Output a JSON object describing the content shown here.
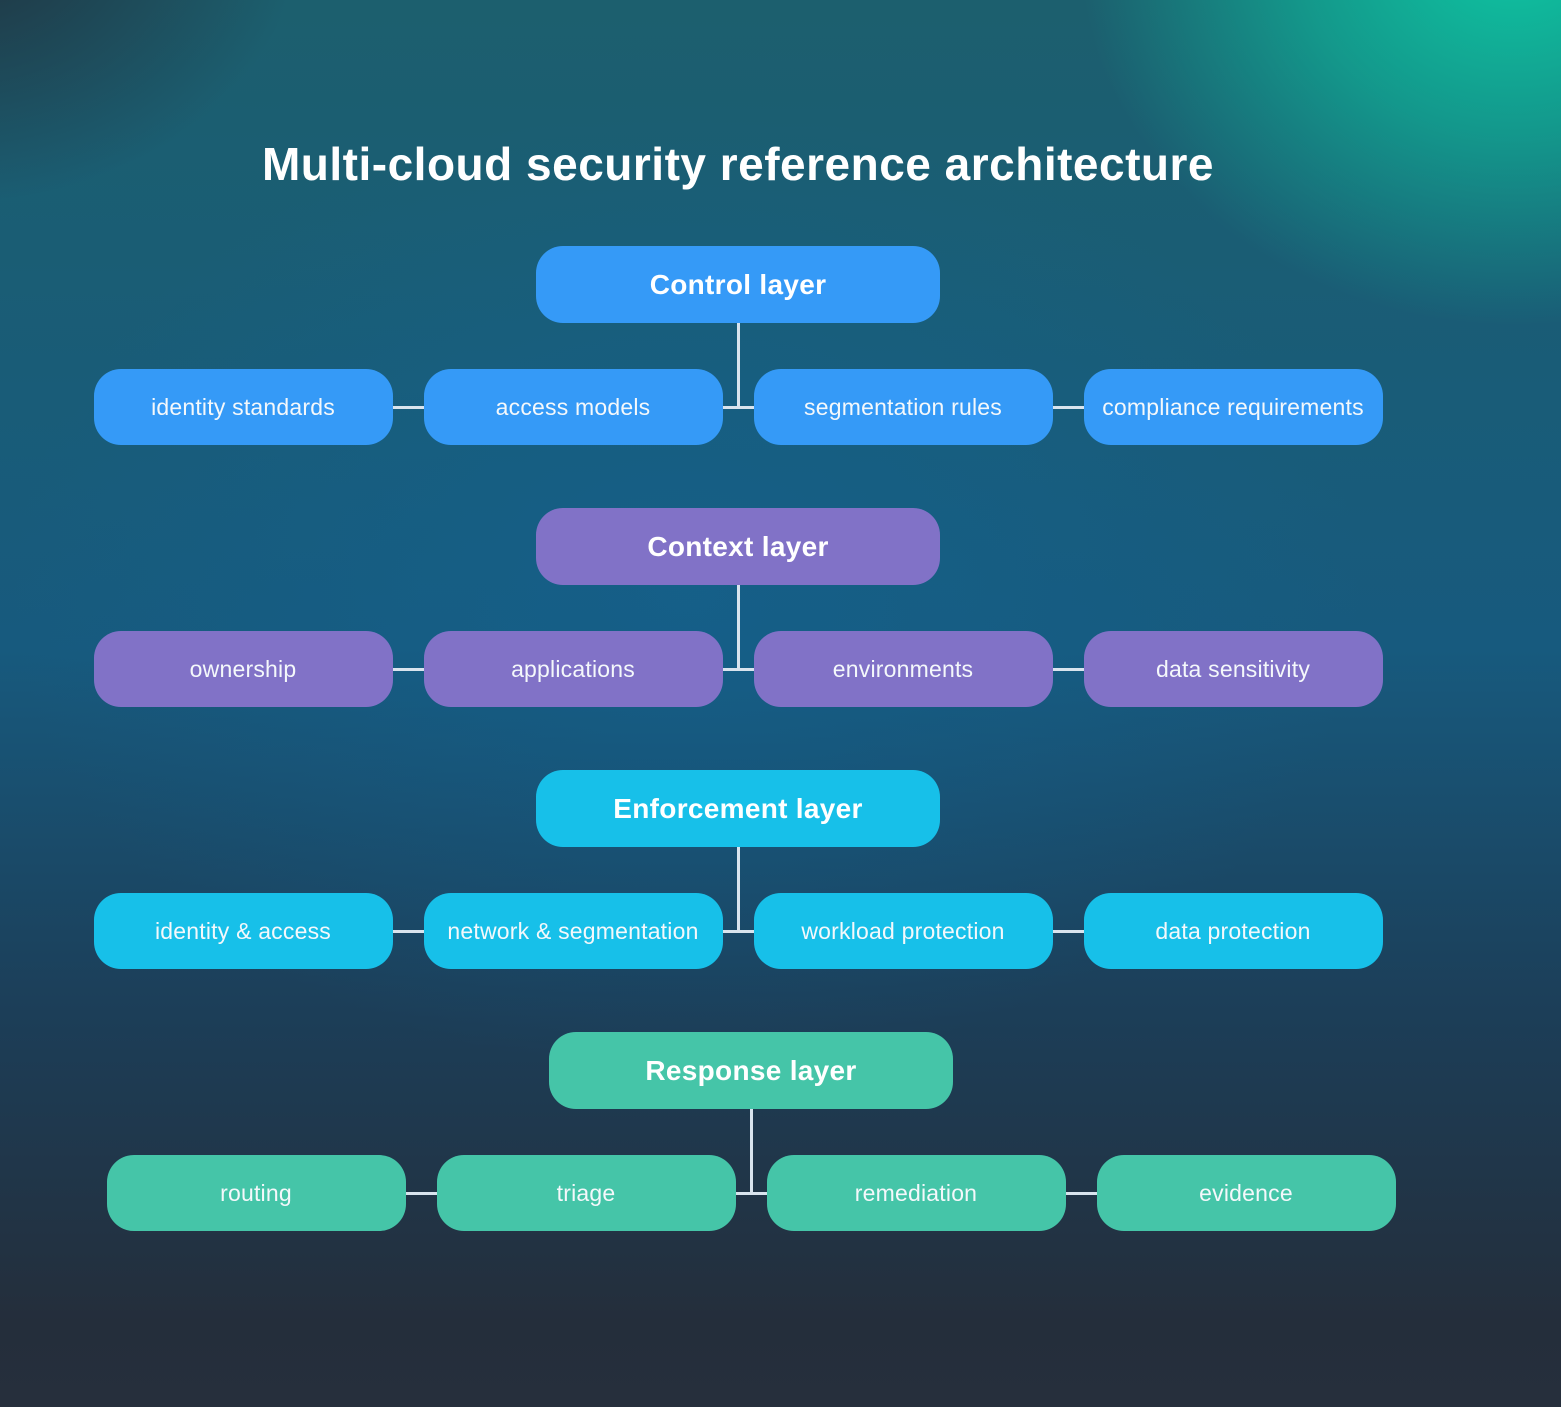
{
  "title": "Multi-cloud security reference architecture",
  "colors": {
    "control": "#359af7",
    "context": "#8172c7",
    "enforcement": "#17c0e9",
    "response": "#45c5a8",
    "connector": "#d9e4ee",
    "title_text": "#ffffff"
  },
  "layers": [
    {
      "id": "control",
      "label": "Control layer",
      "color": "#359af7",
      "children": [
        "identity standards",
        "access models",
        "segmentation rules",
        "compliance requirements"
      ]
    },
    {
      "id": "context",
      "label": "Context layer",
      "color": "#8172c7",
      "children": [
        "ownership",
        "applications",
        "environments",
        "data sensitivity"
      ]
    },
    {
      "id": "enforcement",
      "label": "Enforcement layer",
      "color": "#17c0e9",
      "children": [
        "identity & access",
        "network & segmentation",
        "workload protection",
        "data protection"
      ]
    },
    {
      "id": "response",
      "label": "Response layer",
      "color": "#45c5a8",
      "children": [
        "routing",
        "triage",
        "remediation",
        "evidence"
      ]
    }
  ]
}
